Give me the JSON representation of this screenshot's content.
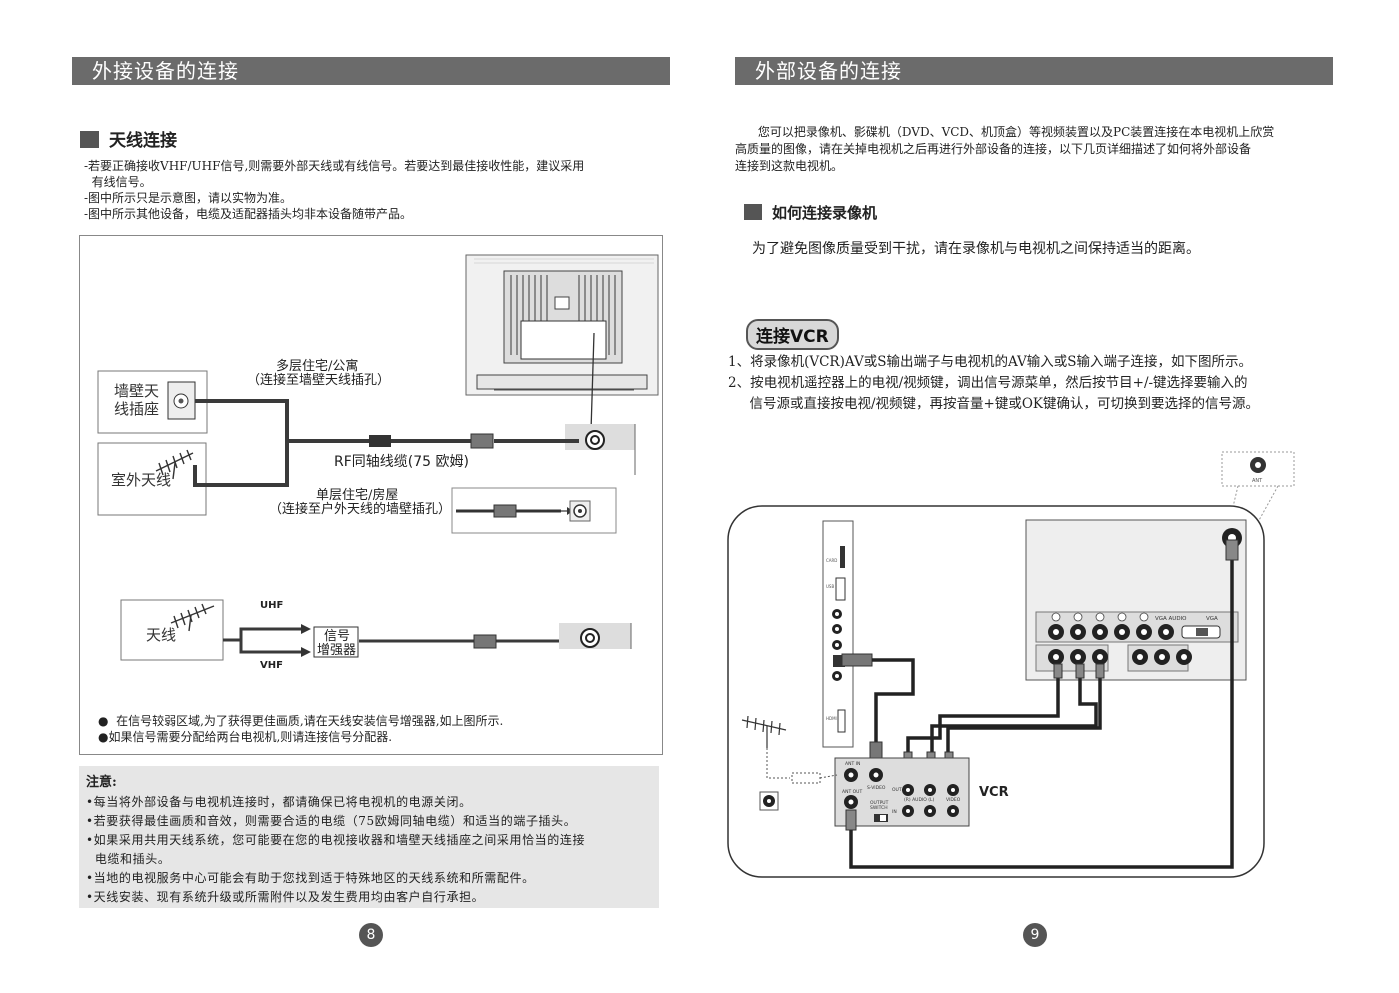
{
  "left": {
    "banner": "外接设备的连接",
    "section_title": "天线连接",
    "intro": [
      "-若要正确接收VHF/UHF信号,则需要外部天线或有线信号。若要达到最佳接收性能，建议采用",
      "  有线信号。",
      "-图中所示只是示意图，请以实物为准。",
      "-图中所示其他设备，电缆及适配器插头均非本设备随带产品。"
    ],
    "diagram": {
      "wall_socket": "墙壁天\n线插座",
      "wall_socket_l1": "墙壁天",
      "wall_socket_l2": "线插座",
      "outdoor_antenna": "室外天线",
      "multi_dwelling": "多层住宅/公寓",
      "multi_dwelling_sub": "（连接至墙壁天线插孔）",
      "rf_cable": "RF同轴线缆(75 欧姆)",
      "single_dwelling": "单层住宅/房屋",
      "single_dwelling_sub": "（连接至户外天线的墙壁插孔）",
      "antenna": "天线",
      "uhf": "UHF",
      "vhf": "VHF",
      "amplifier_l1": "信号",
      "amplifier_l2": "增强器"
    },
    "bullets": [
      "●  在信号较弱区域,为了获得更佳画质,请在天线安装信号增强器,如上图所示.",
      "●如果信号需要分配给两台电视机,则请连接信号分配器."
    ],
    "notes_title": "注意:",
    "notes": [
      "•每当将外部设备与电视机连接时，都请确保已将电视机的电源关闭。",
      "•若要获得最佳画质和音效，则需要合适的电缆（75欧姆同轴电缆）和适当的端子插头。",
      "•如果采用共用天线系统，您可能要在您的电视接收器和墙壁天线插座之间采用恰当的连接",
      "  电缆和插头。",
      "•当地的电视服务中心可能会有助于您找到适于特殊地区的天线系统和所需配件。",
      "•天线安装、现有系统升级或所需附件以及发生费用均由客户自行承担。"
    ],
    "page_number": "8"
  },
  "right": {
    "banner": "外部设备的连接",
    "intro": [
      "      您可以把录像机、影碟机（DVD、VCD、机顶盒）等视频装置以及PC装置连接在本电视机上欣赏",
      "高质量的图像，请在关掉电视机之后再进行外部设备的连接，以下几页详细描述了如何将外部设备",
      "连接到这款电视机。"
    ],
    "section_title": "如何连接录像机",
    "distance_note": "为了避免图像质量受到干扰，请在录像机与电视机之间保持适当的距离。",
    "pill": "连接VCR",
    "steps": [
      "1、将录像机(VCR)AV或S输出端子与电视机的AV输入或S输入端子连接，如下图所示。",
      "2、按电视机遥控器上的电视/视频键，调出信号源菜单，然后按节目+/-键选择要输入的",
      "     信号源或直接按电视/视频键，再按音量+键或OK键确认，可切换到要选择的信号源。"
    ],
    "diagram": {
      "vcr": "VCR",
      "ant_in": "ANT IN",
      "ant_out": "ANT OUT",
      "s_video": "S-VIDEO",
      "out": "OUT",
      "in": "IN",
      "output_switch": "OUTPUT\nSWITCH",
      "output_switch_l1": "OUTPUT",
      "output_switch_l2": "SWITCH",
      "audio": "(R) AUDIO (L)",
      "video": "VIDEO",
      "vga_audio": "VGA AUDIO",
      "vga": "VGA",
      "ant": "ANT",
      "card": "CARD",
      "hdmi": "HDMI",
      "usb": "USB"
    },
    "page_number": "9"
  }
}
